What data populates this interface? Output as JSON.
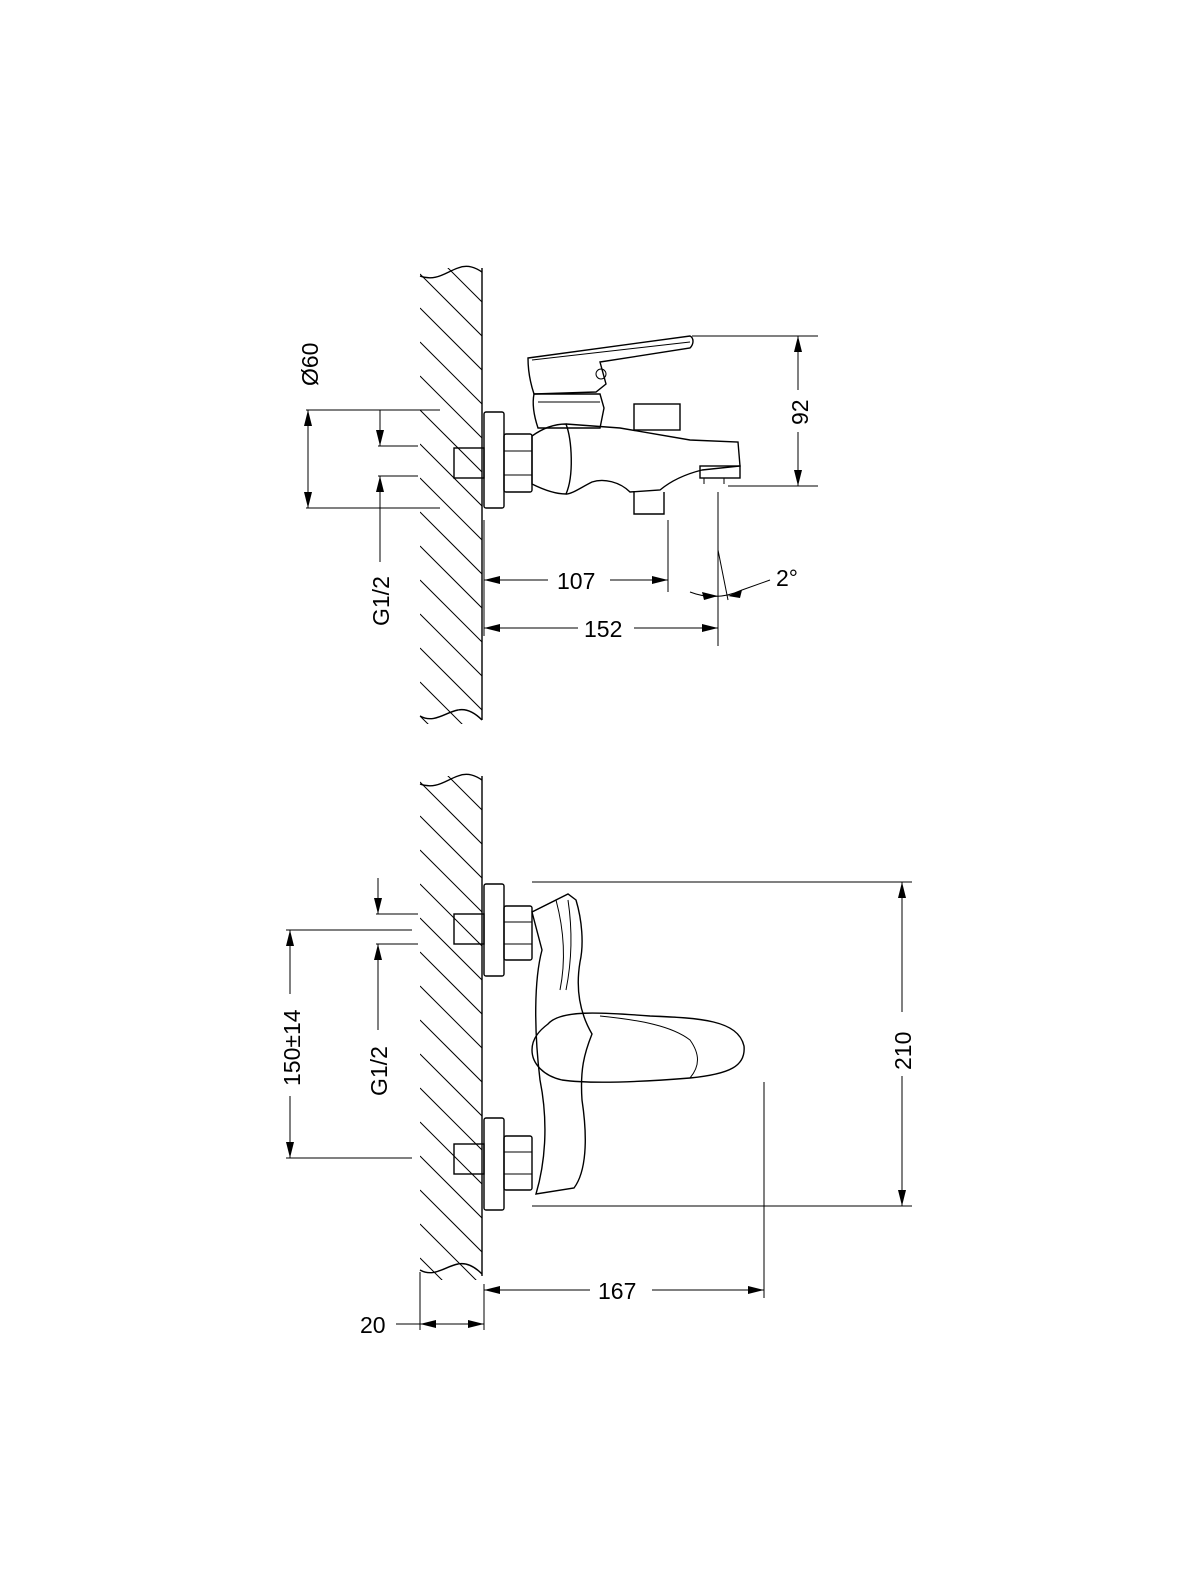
{
  "side_view": {
    "dims": {
      "flange_diameter": "Ø60",
      "thread_size": "G1/2",
      "height": "92",
      "spout_outlet_distance": "107",
      "total_projection": "152",
      "spout_angle": "2°"
    }
  },
  "front_view": {
    "dims": {
      "connection_spacing": "150±14",
      "thread_size": "G1/2",
      "total_width": "210",
      "lever_projection": "167",
      "wall_clearance": "20"
    }
  }
}
